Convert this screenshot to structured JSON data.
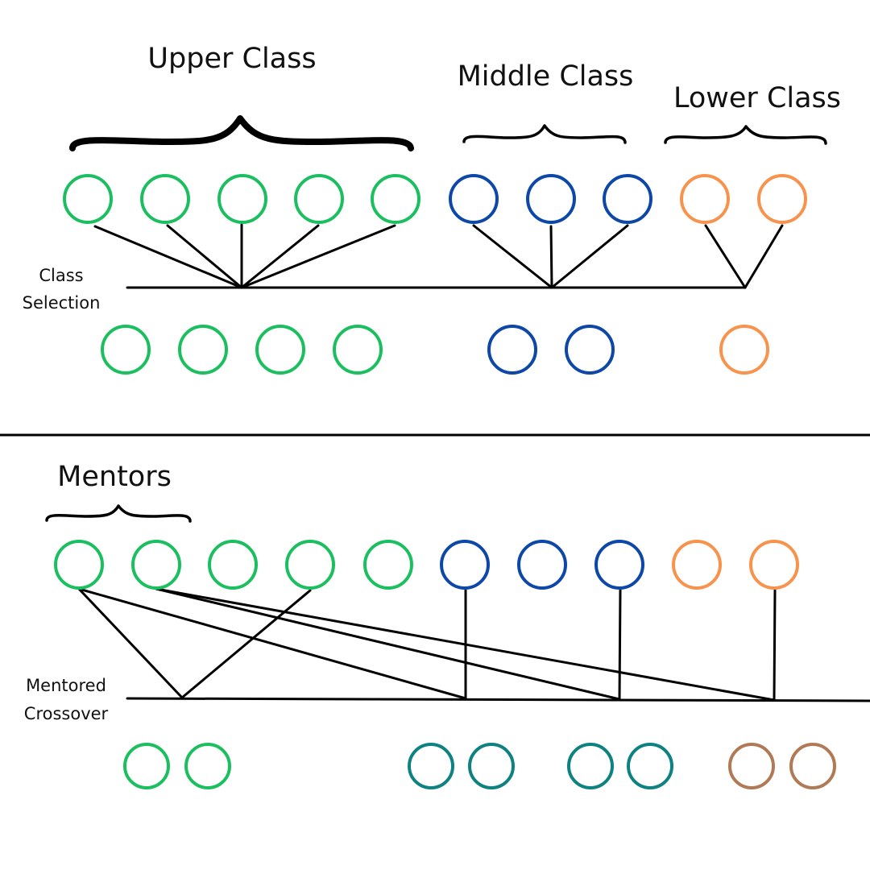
{
  "colors": {
    "upper": "#1CBF5F",
    "middle": "#0D47A7",
    "lower": "#F7934C",
    "teal": "#0E8280",
    "brown": "#B07A57",
    "ink": "#000000"
  },
  "section1": {
    "labels": {
      "upper": "Upper Class",
      "middle": "Middle Class",
      "lower": "Lower Class",
      "side_line1": "Class",
      "side_line2": "Selection"
    },
    "top_row": [
      "upper",
      "upper",
      "upper",
      "upper",
      "upper",
      "middle",
      "middle",
      "middle",
      "lower",
      "lower"
    ],
    "selected_row": [
      "upper",
      "upper",
      "upper",
      "upper",
      "middle",
      "middle",
      "lower"
    ]
  },
  "section2": {
    "labels": {
      "mentors": "Mentors",
      "side_line1": "Mentored",
      "side_line2": "Crossover"
    },
    "top_row": [
      "upper",
      "upper",
      "upper",
      "upper",
      "upper",
      "middle",
      "middle",
      "middle",
      "lower",
      "lower"
    ],
    "offspring_row": [
      "upper",
      "upper",
      "teal",
      "teal",
      "teal",
      "teal",
      "brown",
      "brown"
    ]
  }
}
